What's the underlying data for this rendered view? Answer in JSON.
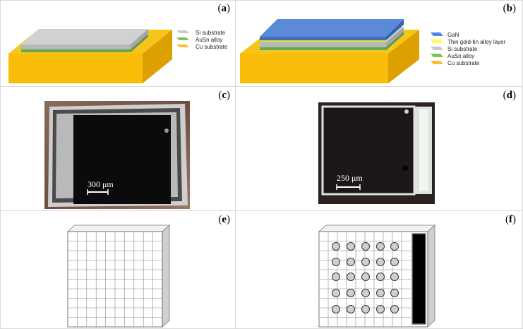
{
  "panels": {
    "a": {
      "label": "a",
      "legend": [
        {
          "text": "Si substrate",
          "color": "#c7c9c9"
        },
        {
          "text": "AuSn alloy",
          "color": "#7fbf5f"
        },
        {
          "text": "Cu substrate",
          "color": "#f1c232"
        }
      ]
    },
    "b": {
      "label": "b",
      "legend": [
        {
          "text": "GaN",
          "color": "#4a86e8"
        },
        {
          "text": "Thin gold-tin alloy layer",
          "color": "#ffff44"
        },
        {
          "text": "Si substrate",
          "color": "#c7c9c9"
        },
        {
          "text": "AuSn alloy",
          "color": "#7fbf5f"
        },
        {
          "text": "Cu substrate",
          "color": "#f1c232"
        }
      ]
    },
    "c": {
      "label": "c",
      "scale_bar": "300 μm"
    },
    "d": {
      "label": "d",
      "scale_bar": "250 μm"
    },
    "e": {
      "label": "e"
    },
    "f": {
      "label": "f"
    }
  },
  "colors": {
    "cu": "#f9bd09",
    "cu_dark": "#dca100",
    "si": "#c8caca",
    "ausn": "#7fbf5f",
    "gan": "#5b8ad6"
  }
}
